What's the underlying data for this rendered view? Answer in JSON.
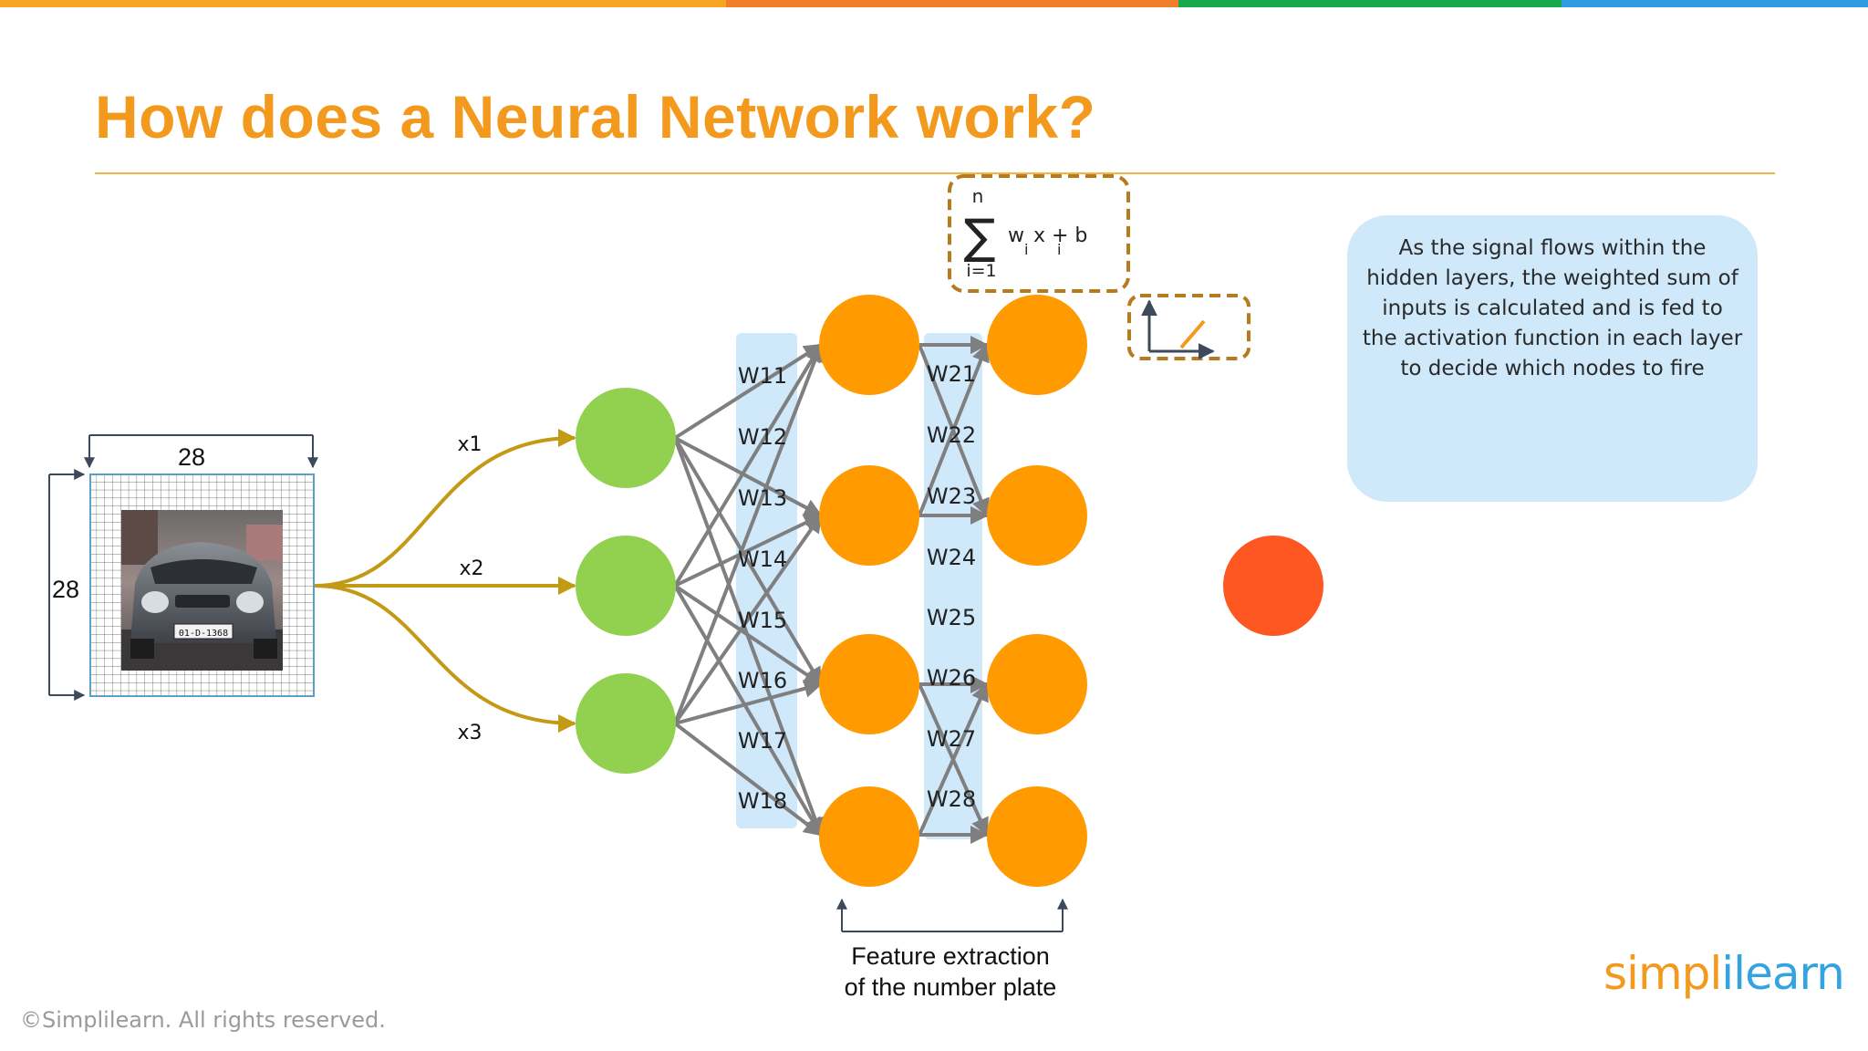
{
  "title": "How does a Neural Network work?",
  "top_bar_colors": [
    "#f6a623",
    "#ef7d2a",
    "#19a84b",
    "#2f9be0"
  ],
  "colors": {
    "accent": "#f39a1e",
    "input_node": "#92d050",
    "hidden_node": "#ff9a00",
    "output_node": "#ff5722",
    "connection": "#7f7f7f",
    "curve": "#c39a16",
    "weight_band": "#cfe8fa",
    "dashed_box": "#b87a1f"
  },
  "input_image": {
    "width_label": "28",
    "height_label": "28",
    "plate_text": "01-D-1368"
  },
  "inputs": [
    "x1",
    "x2",
    "x3"
  ],
  "weights_layer1": [
    "W11",
    "W12",
    "W13",
    "W14",
    "W15",
    "W16",
    "W17",
    "W18"
  ],
  "weights_layer2": [
    "W21",
    "W22",
    "W23",
    "W24",
    "W25",
    "W26",
    "W27",
    "W28"
  ],
  "formula": {
    "upper": "n",
    "lower": "i=1",
    "expression": "w",
    "sub1": "i",
    "op": "x",
    "sub2": "i",
    "tail": "+ b"
  },
  "callout_text": "As the signal flows within the hidden layers, the weighted sum of inputs is calculated and is fed to the activation function in each layer to decide which nodes to fire",
  "bracket_label_line1": "Feature extraction",
  "bracket_label_line2": "of the number plate",
  "footer": "©Simplilearn. All rights reserved.",
  "logo": {
    "part1": "simpl",
    "part2": "ilearn"
  }
}
